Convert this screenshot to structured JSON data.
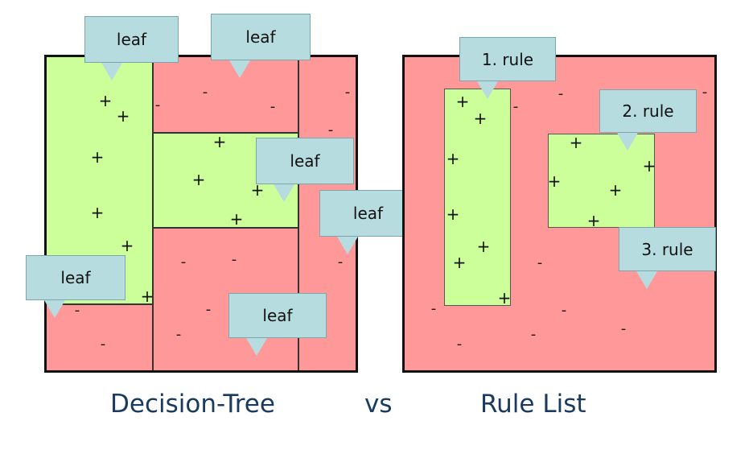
{
  "decision_tree": {
    "leaf_label": "leaf",
    "positive_symbol": "+",
    "negative_symbol": "-"
  },
  "rule_list": {
    "rule_1_label": "1. rule",
    "rule_2_label": "2. rule",
    "rule_3_label": "3. rule"
  },
  "caption": {
    "left": "Decision-Tree",
    "middle": "vs",
    "right": "Rule List"
  },
  "colors": {
    "positive_region": "#ccff99",
    "negative_region": "#ff9999",
    "callout_fill": "#b7dce0",
    "caption_text": "#1a3a60",
    "frame": "#111111"
  }
}
